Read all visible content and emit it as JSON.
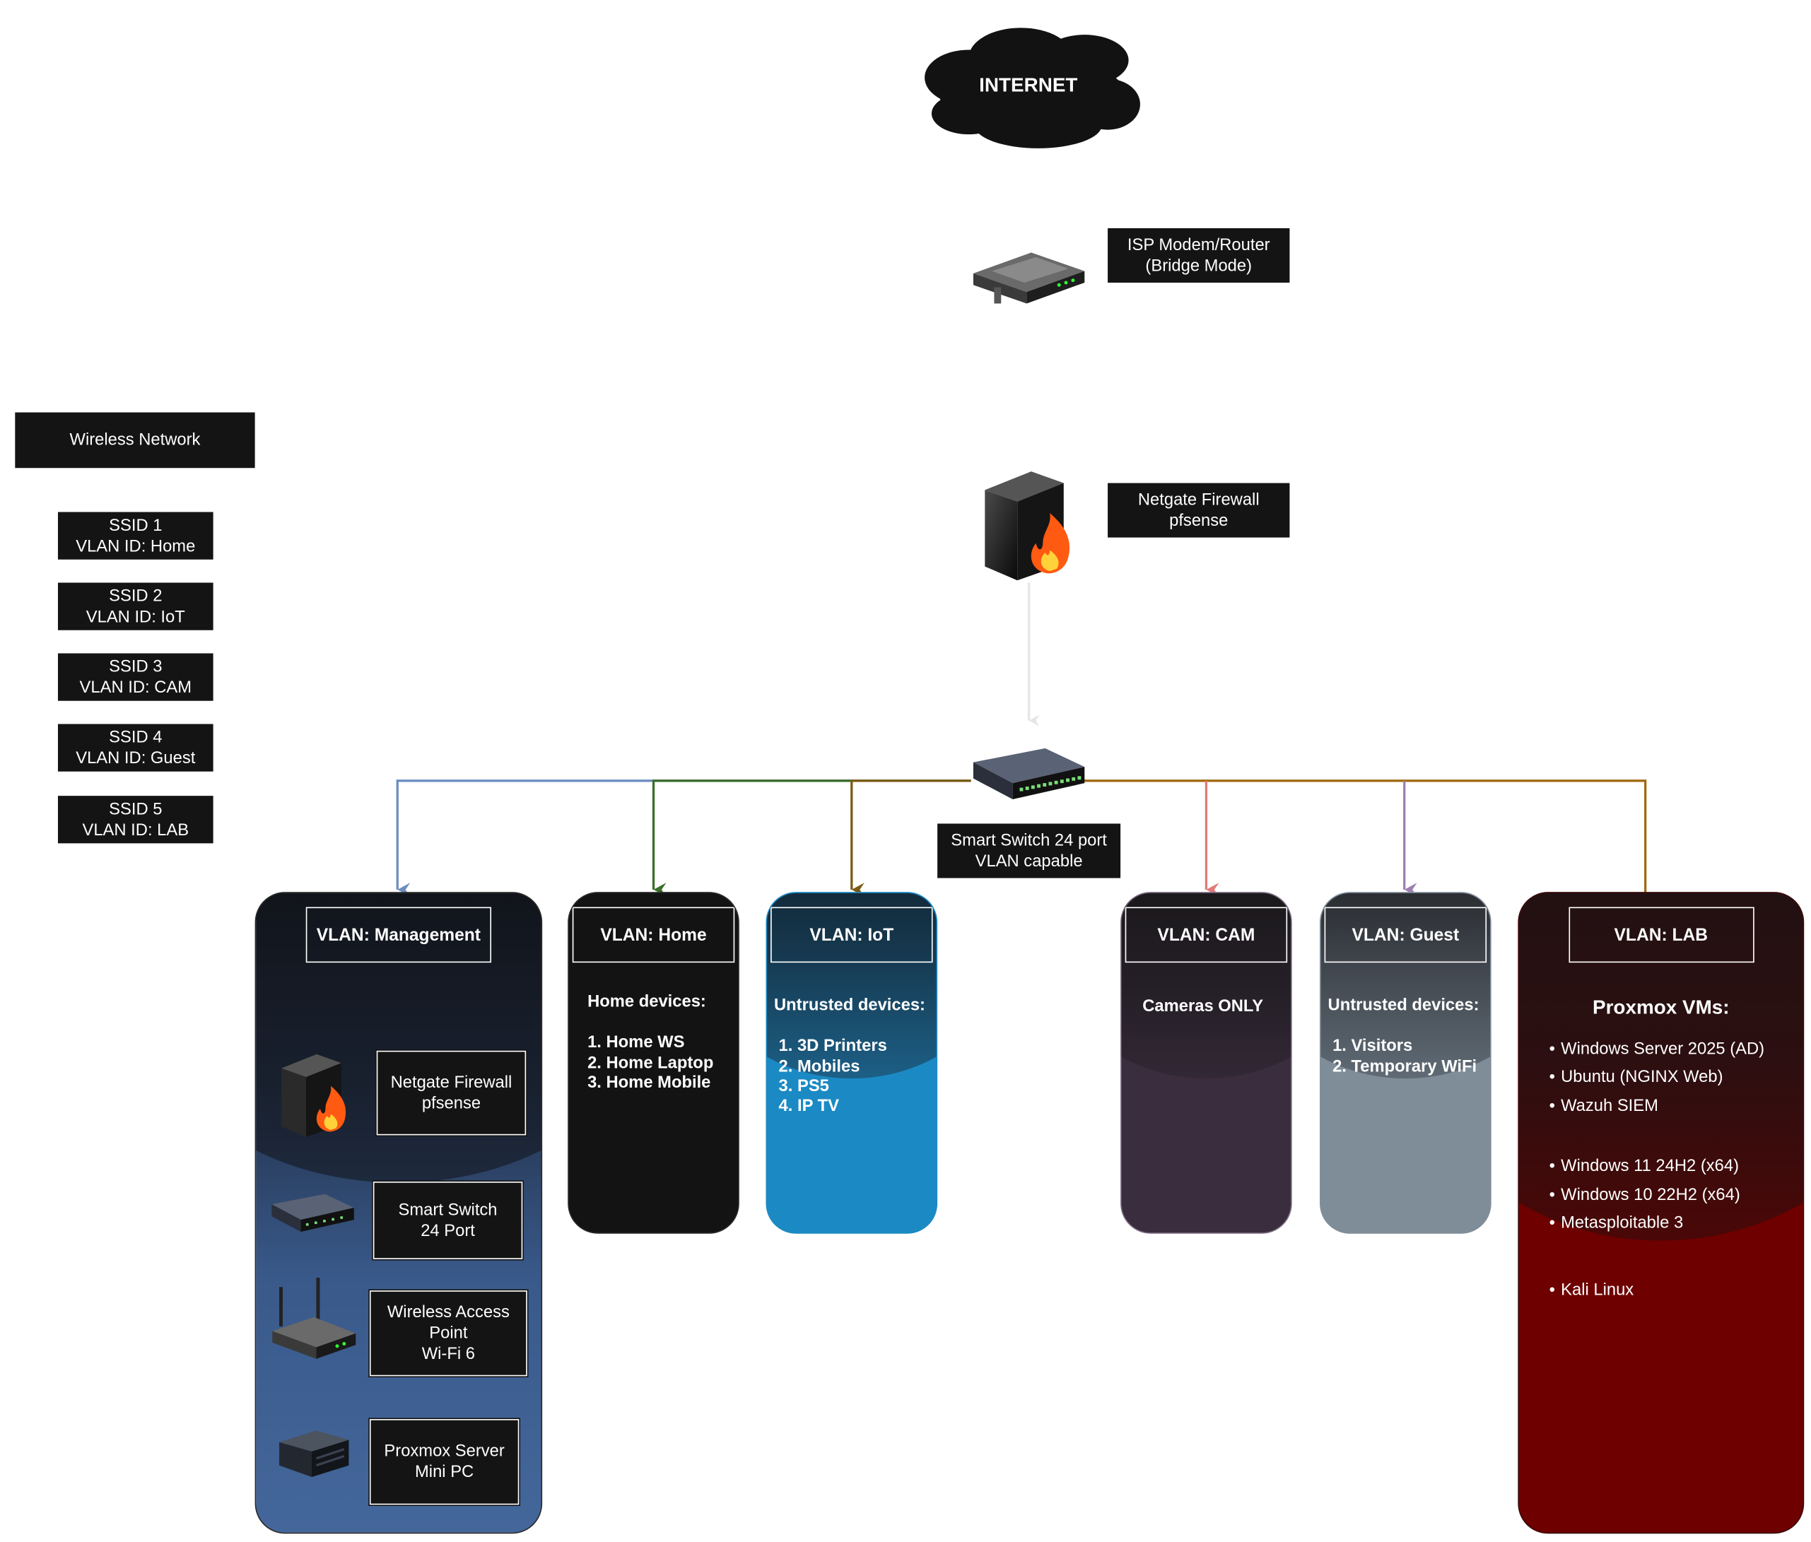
{
  "internet": {
    "label": "INTERNET"
  },
  "isp": {
    "label": "ISP Modem/Router\n(Bridge Mode)"
  },
  "firewall": {
    "label": "Netgate Firewall\npfsense"
  },
  "switch": {
    "label": "Smart Switch 24 port\nVLAN capable"
  },
  "wireless": {
    "title": "Wireless Network",
    "ssids": [
      "SSID 1\nVLAN ID: Home",
      "SSID 2\nVLAN ID: IoT",
      "SSID 3\nVLAN ID: CAM",
      "SSID 4\nVLAN ID: Guest",
      "SSID 5\nVLAN ID: LAB"
    ]
  },
  "vlans": {
    "management": {
      "title": "VLAN: Management",
      "color": "#6c8ebf",
      "devices": [
        {
          "icon": "firewall-icon",
          "label": "Netgate Firewall\npfsense"
        },
        {
          "icon": "switch-icon",
          "label": "Smart Switch\n24 Port"
        },
        {
          "icon": "access-point-icon",
          "label": "Wireless Access\nPoint\nWi-Fi 6"
        },
        {
          "icon": "server-icon",
          "label": "Proxmox Server\nMini PC"
        }
      ]
    },
    "home": {
      "title": "VLAN: Home",
      "color": "#3a6e2a",
      "heading": "Home devices:",
      "items": [
        "1. Home WS",
        "2. Home Laptop",
        "3. Home Mobile"
      ]
    },
    "iot": {
      "title": "VLAN: IoT",
      "color": "#7a5a10",
      "heading": "Untrusted devices:",
      "items": [
        "1. 3D Printers",
        "2. Mobiles",
        "3. PS5",
        "4. IP TV"
      ]
    },
    "cam": {
      "title": "VLAN: CAM",
      "color": "#e07a78",
      "heading": "Cameras ONLY"
    },
    "guest": {
      "title": "VLAN: Guest",
      "color": "#9c7fb0",
      "heading": "Untrusted devices:",
      "items": [
        "1. Visitors",
        "2. Temporary WiFi"
      ]
    },
    "lab": {
      "title": "VLAN: LAB",
      "color": "#a06a10",
      "heading": "Proxmox VMs:",
      "items": [
        "Windows Server 2025 (AD)",
        "Ubuntu (NGINX Web)",
        "Wazuh SIEM",
        "Windows 11 24H2 (x64)",
        "Windows 10 22H2 (x64)",
        "Metasploitable 3",
        "Kali Linux"
      ]
    }
  }
}
